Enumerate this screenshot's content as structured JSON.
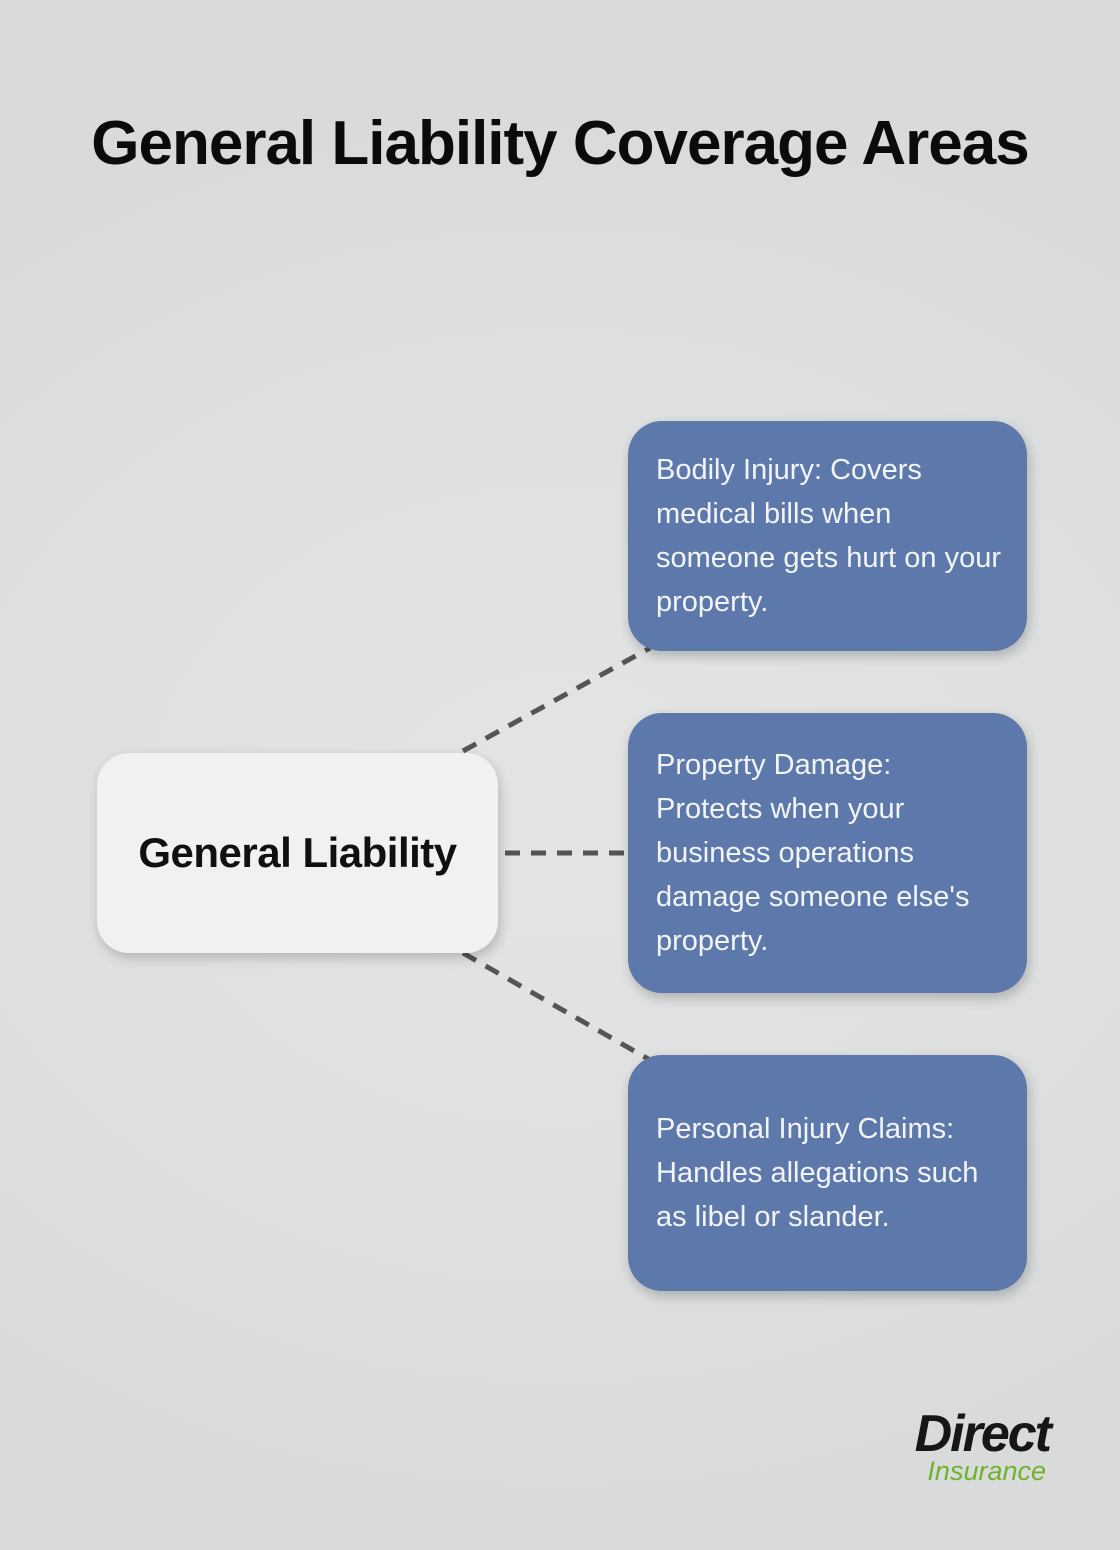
{
  "title": "General Liability Coverage Areas",
  "center_node": {
    "label": "General Liability"
  },
  "branches": [
    {
      "text": "Bodily Injury: Covers medical bills when someone gets hurt on your property."
    },
    {
      "text": "Property Damage: Protects when your business operations damage someone else's property."
    },
    {
      "text": "Personal Injury Claims: Handles allegations such as libel or slander."
    }
  ],
  "logo": {
    "primary": "Direct",
    "secondary": "Insurance"
  },
  "colors": {
    "background": "#dfe0e0",
    "branch_fill": "#5d78ab",
    "branch_text": "#f3f4f6",
    "center_fill": "#f0f1f2",
    "connector": "#545454",
    "title_text": "#0b0b0b",
    "logo_primary": "#161616",
    "logo_secondary": "#6db32e"
  }
}
